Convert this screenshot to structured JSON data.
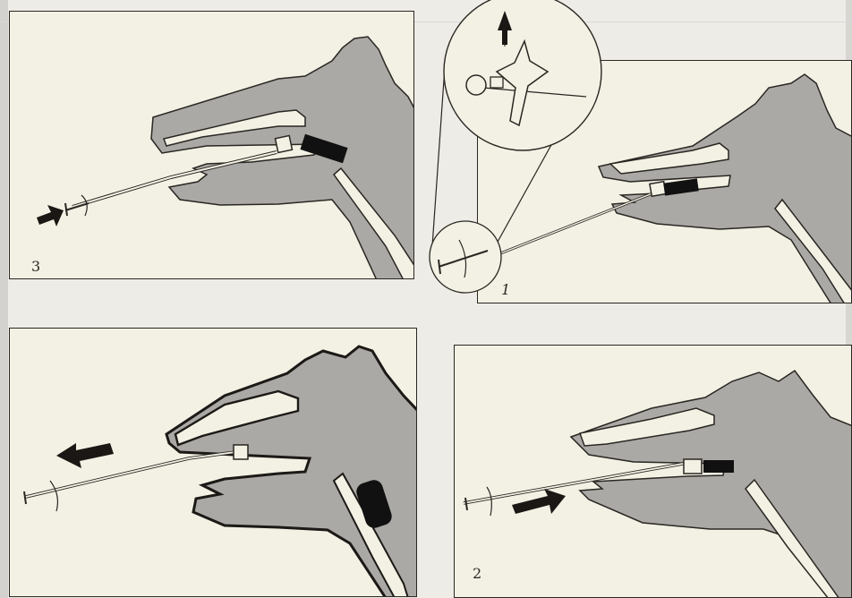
{
  "panels": {
    "panel_3": {
      "number": "3"
    },
    "panel_1": {
      "number": "1"
    },
    "panel_2": {
      "number": "2"
    }
  },
  "colors": {
    "tissue_grey": "#aaa9a5",
    "paper": "#f3f1e4",
    "ink": "#1c1916",
    "cuff_black": "#111111",
    "arrow": "#1a1714"
  },
  "icons": [
    "arrow-right-icon",
    "arrow-left-icon",
    "arrow-up-icon",
    "magnifier-circle"
  ]
}
